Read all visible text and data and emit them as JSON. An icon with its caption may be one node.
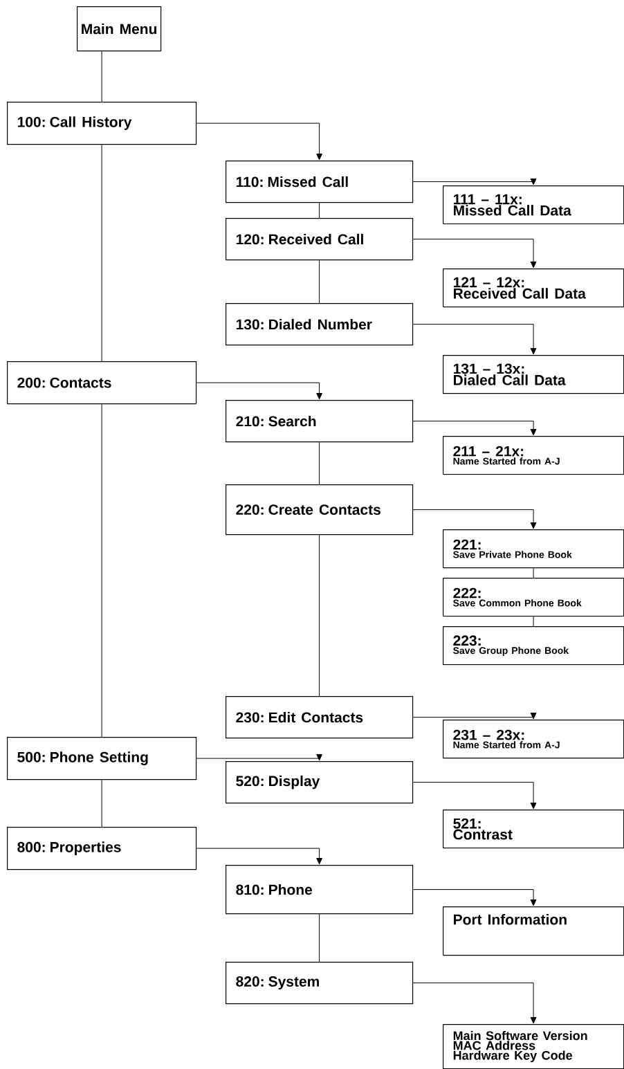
{
  "diagram": {
    "nodes": [
      {
        "text": [
          "Main Menu"
        ]
      },
      {
        "text": [
          "100: Call History"
        ]
      },
      {
        "text": [
          "110: Missed Call"
        ]
      },
      {
        "text": [
          "111 – 11x:",
          "Missed Call Data"
        ]
      },
      {
        "text": [
          "120: Received Call"
        ]
      },
      {
        "text": [
          "121 – 12x:",
          "Received Call Data"
        ]
      },
      {
        "text": [
          "130: Dialed Number"
        ]
      },
      {
        "text": [
          "131 – 13x:",
          "Dialed Call Data"
        ]
      },
      {
        "text": [
          "200: Contacts"
        ]
      },
      {
        "text": [
          "210: Search"
        ]
      },
      {
        "text": [
          "211 – 21x:",
          "Name Started from A-J"
        ]
      },
      {
        "text": [
          "220: Create Contacts"
        ]
      },
      {
        "text": [
          "221:",
          "Save Private Phone Book"
        ]
      },
      {
        "text": [
          "222:",
          "Save Common Phone Book"
        ]
      },
      {
        "text": [
          "223:",
          "Save Group Phone Book"
        ]
      },
      {
        "text": [
          "230: Edit Contacts"
        ]
      },
      {
        "text": [
          "231 – 23x:",
          "Name Started from A-J"
        ]
      },
      {
        "text": [
          "500: Phone Setting"
        ]
      },
      {
        "text": [
          "520: Display"
        ]
      },
      {
        "text": [
          "521:",
          "Contrast"
        ]
      },
      {
        "text": [
          "800: Properties"
        ]
      },
      {
        "text": [
          "810: Phone"
        ]
      },
      {
        "text": [
          "Port Information"
        ]
      },
      {
        "text": [
          "820: System"
        ]
      },
      {
        "text": [
          "Main Software Version",
          "MAC Address",
          "Hardware Key Code"
        ]
      }
    ],
    "edges": [
      {
        "from": 0,
        "to": 1,
        "arrow": "none"
      },
      {
        "from": 1,
        "to": 8,
        "arrow": "none"
      },
      {
        "from": 8,
        "to": 17,
        "arrow": "none"
      },
      {
        "from": 17,
        "to": 20,
        "arrow": "none"
      },
      {
        "from": 1,
        "to": 2,
        "arrow": "to"
      },
      {
        "from": 2,
        "to": 3,
        "arrow": "to"
      },
      {
        "from": 2,
        "to": 4,
        "arrow": "none"
      },
      {
        "from": 4,
        "to": 5,
        "arrow": "to"
      },
      {
        "from": 4,
        "to": 6,
        "arrow": "none"
      },
      {
        "from": 6,
        "to": 7,
        "arrow": "to"
      },
      {
        "from": 8,
        "to": 9,
        "arrow": "to"
      },
      {
        "from": 9,
        "to": 10,
        "arrow": "to"
      },
      {
        "from": 9,
        "to": 11,
        "arrow": "none"
      },
      {
        "from": 11,
        "to": 12,
        "arrow": "to"
      },
      {
        "from": 12,
        "to": 13,
        "arrow": "none"
      },
      {
        "from": 13,
        "to": 14,
        "arrow": "none"
      },
      {
        "from": 11,
        "to": 15,
        "arrow": "none"
      },
      {
        "from": 15,
        "to": 16,
        "arrow": "to"
      },
      {
        "from": 17,
        "to": 18,
        "arrow": "to"
      },
      {
        "from": 18,
        "to": 19,
        "arrow": "to"
      },
      {
        "from": 20,
        "to": 21,
        "arrow": "to"
      },
      {
        "from": 21,
        "to": 22,
        "arrow": "to"
      },
      {
        "from": 21,
        "to": 23,
        "arrow": "none"
      },
      {
        "from": 23,
        "to": 24,
        "arrow": "to"
      }
    ]
  }
}
